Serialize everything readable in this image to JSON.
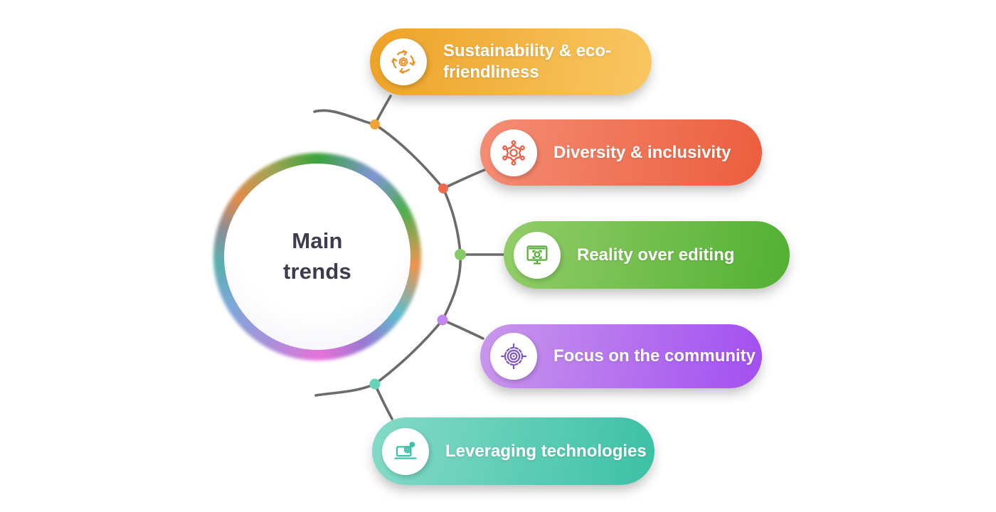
{
  "theme": {
    "background": "#ffffff",
    "pill_text_color": "#ffffff",
    "center_text_color": "#3e3b4f",
    "connector_color": "#6b6b6b"
  },
  "center": {
    "label": "Main trends",
    "ring_gradient": [
      "#3aa33d 0deg",
      "#8095d6 35deg",
      "#4fae4f 62deg",
      "#ec9550 95deg",
      "#5fbcca 125deg",
      "#9a78d2 152deg",
      "#e673d8 178deg",
      "#b08ddb 205deg",
      "#7ea7d8 240deg",
      "#57b0ae 266deg",
      "#8e8e96 286deg",
      "#e08b4a 306deg",
      "#a2a455 332deg",
      "#3aa33d 360deg"
    ]
  },
  "trends": [
    {
      "label": "Sustainability & eco-friendliness",
      "icon": "recycle-gear-icon",
      "gradient_start": "#eda227",
      "gradient_end": "#f9c763",
      "icon_color": "#e8912b",
      "dot_color": "#f2a136"
    },
    {
      "label": "Diversity & inclusivity",
      "icon": "diversity-people-icon",
      "gradient_start": "#f48d74",
      "gradient_end": "#ec5e3e",
      "icon_color": "#ee5f45",
      "dot_color": "#f06a4c"
    },
    {
      "label": "Reality over editing",
      "icon": "monitor-face-icon",
      "gradient_start": "#93cd69",
      "gradient_end": "#52b033",
      "icon_color": "#58ae3a",
      "dot_color": "#85ca64"
    },
    {
      "label": "Focus on the community",
      "icon": "target-icon",
      "gradient_start": "#c997ec",
      "gradient_end": "#a24ff1",
      "icon_color": "#7e57c5",
      "dot_color": "#c288ef"
    },
    {
      "label": "Leveraging technologies",
      "icon": "laptop-gears-icon",
      "gradient_start": "#85dac7",
      "gradient_end": "#3cc1a6",
      "icon_color": "#3ec1a7",
      "dot_color": "#68d2bb"
    }
  ]
}
